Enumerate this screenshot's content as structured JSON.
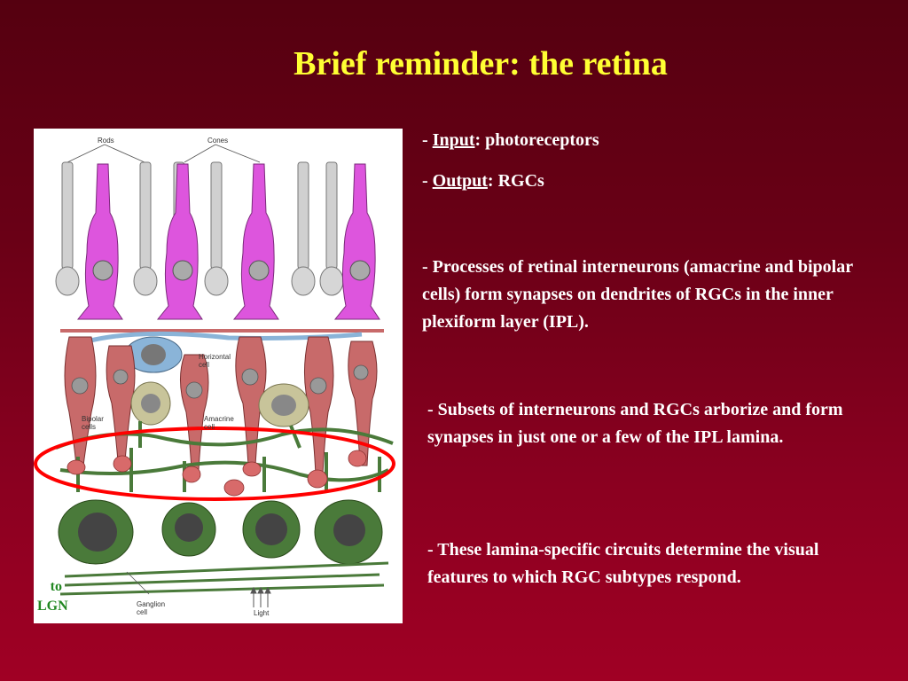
{
  "slide": {
    "title": "Brief reminder: the retina",
    "bullets": {
      "input_prefix": "- ",
      "input_label": "Input",
      "input_rest": ": photoreceptors",
      "output_prefix": "- ",
      "output_label": "Output",
      "output_rest": ": RGCs",
      "processes": "- Processes of retinal interneurons (amacrine and bipolar cells) form synapses on dendrites of RGCs in the inner plexiform layer (IPL).",
      "subsets": "- Subsets of interneurons and RGCs arborize and form synapses in just one or a few of the IPL lamina.",
      "lamina": "- These lamina-specific circuits determine the visual features to which RGC subtypes respond."
    },
    "figure": {
      "labels": {
        "rods": "Rods",
        "cones": "Cones",
        "horizontal": "Horizontal\ncell",
        "bipolar": "Bipolar\ncells",
        "amacrine": "Amacrine\ncell",
        "ganglion": "Ganglion\ncell",
        "light": "Light"
      },
      "to_lgn": "to\nLGN"
    },
    "colors": {
      "title": "#ffff33",
      "text": "#ffffff",
      "rods": "#cccccc",
      "cones": "#dd55dd",
      "bipolar": "#c86a6a",
      "horizontal": "#8ab4d8",
      "amacrine": "#c8c49a",
      "ganglion": "#4a7a3a",
      "highlight_ellipse": "#ff0000"
    }
  }
}
